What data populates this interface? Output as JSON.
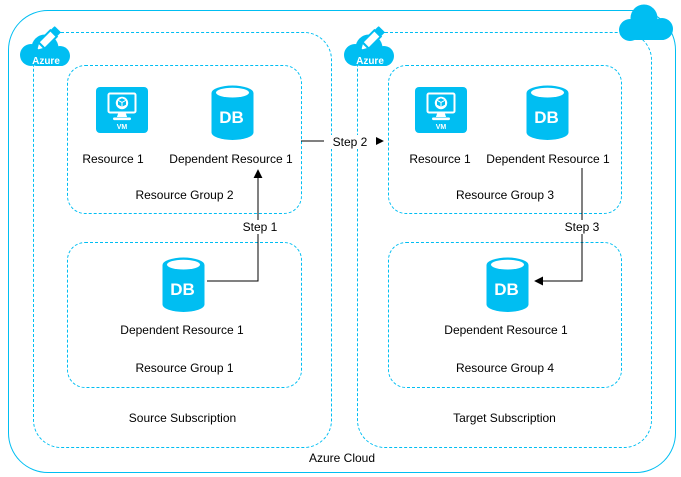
{
  "colors": {
    "accent": "#00BEF2",
    "text": "#000000",
    "background": "#FFFFFF"
  },
  "outer": {
    "label": "Azure Cloud"
  },
  "icons": {
    "vm_text": "VM",
    "db_text": "DB",
    "azure_logo_text": "Azure"
  },
  "subscriptions": {
    "source": {
      "label": "Source Subscription"
    },
    "target": {
      "label": "Target Subscription"
    }
  },
  "resource_groups": {
    "rg1": {
      "label": "Resource Group 1",
      "resources": {
        "db": {
          "label": "Dependent Resource 1"
        }
      }
    },
    "rg2": {
      "label": "Resource Group 2",
      "resources": {
        "vm": {
          "label": "Resource 1"
        },
        "db": {
          "label": "Dependent Resource 1"
        }
      }
    },
    "rg3": {
      "label": "Resource Group 3",
      "resources": {
        "vm": {
          "label": "Resource 1"
        },
        "db": {
          "label": "Dependent Resource 1"
        }
      }
    },
    "rg4": {
      "label": "Resource Group 4",
      "resources": {
        "db": {
          "label": "Dependent Resource 1"
        }
      }
    }
  },
  "steps": {
    "step1": {
      "label": "Step 1"
    },
    "step2": {
      "label": "Step 2"
    },
    "step3": {
      "label": "Step 3"
    }
  }
}
